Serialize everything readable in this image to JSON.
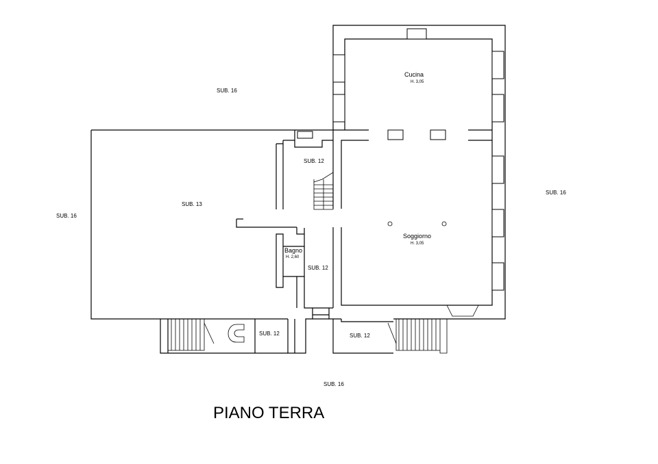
{
  "labels": {
    "sub16_top": "SUB. 16",
    "sub16_left": "SUB. 16",
    "sub16_right": "SUB. 16",
    "sub16_bottom": "SUB. 16",
    "sub13": "SUB. 13",
    "sub12_stair": "SUB. 12",
    "sub12_bath": "SUB. 12",
    "sub12_porch_left": "SUB. 12",
    "sub12_porch_right": "SUB. 12"
  },
  "rooms": {
    "cucina": {
      "name": "Cucina",
      "height": "H. 3,05"
    },
    "soggiorno": {
      "name": "Soggiorno",
      "height": "H. 3,05"
    },
    "bagno": {
      "name": "Bagno",
      "height": "H. 2,60"
    }
  },
  "title": "PIANO TERRA"
}
